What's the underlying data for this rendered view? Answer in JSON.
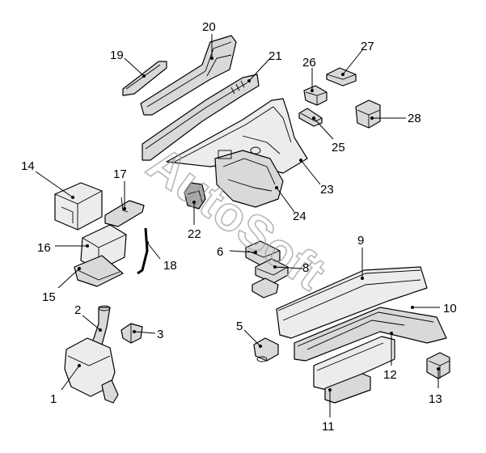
{
  "watermark": "AutoSoft",
  "callouts": {
    "c1": "1",
    "c2": "2",
    "c3": "3",
    "c5": "5",
    "c6": "6",
    "c8": "8",
    "c9": "9",
    "c10": "10",
    "c11": "11",
    "c12": "12",
    "c13": "13",
    "c14": "14",
    "c15": "15",
    "c16": "16",
    "c17": "17",
    "c18": "18",
    "c19": "19",
    "c20": "20",
    "c21": "21",
    "c22": "22",
    "c23": "23",
    "c24": "24",
    "c25": "25",
    "c26": "26",
    "c27": "27",
    "c28": "28"
  }
}
